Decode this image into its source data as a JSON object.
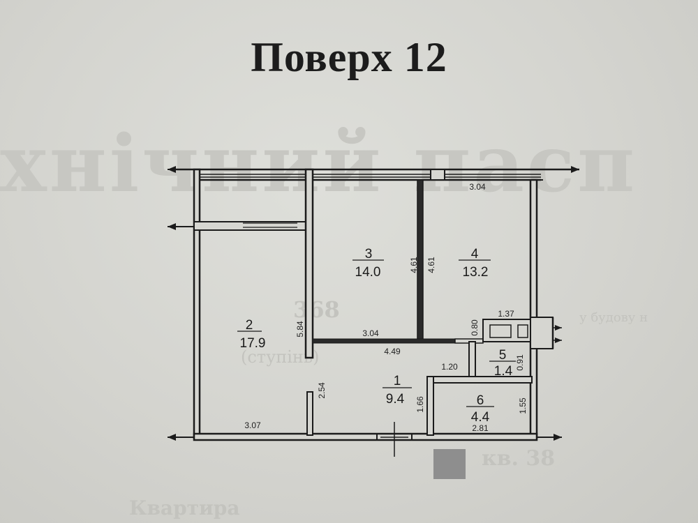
{
  "title": "Поверх 12",
  "background_text": {
    "big": "хнічний пасп",
    "line1": "368",
    "line2": "у будову н",
    "line3": "(ступінь)",
    "line4": "",
    "line5": "кв. 38",
    "line6": "",
    "line7": "Квартира",
    "line8": "",
    "line9": ""
  },
  "rooms": [
    {
      "number": "1",
      "area": "9.4"
    },
    {
      "number": "2",
      "area": "17.9"
    },
    {
      "number": "3",
      "area": "14.0"
    },
    {
      "number": "4",
      "area": "13.2"
    },
    {
      "number": "5",
      "area": "1.4"
    },
    {
      "number": "6",
      "area": "4.4"
    }
  ],
  "dimensions": {
    "room4_width": "3.04",
    "room3_height": "4.61",
    "room4_height": "4.61",
    "room2_height": "5.84",
    "room2_width": "3.07",
    "room3_width": "3.04",
    "corridor_width": "4.49",
    "corridor_height": "2.54",
    "bath_top_width": "1.37",
    "bath_height": "0.80",
    "room5_height": "0.91",
    "corridor_notch": "1.20",
    "room6_left": "1.66",
    "room6_right": "1.55",
    "room6_width": "2.81"
  }
}
